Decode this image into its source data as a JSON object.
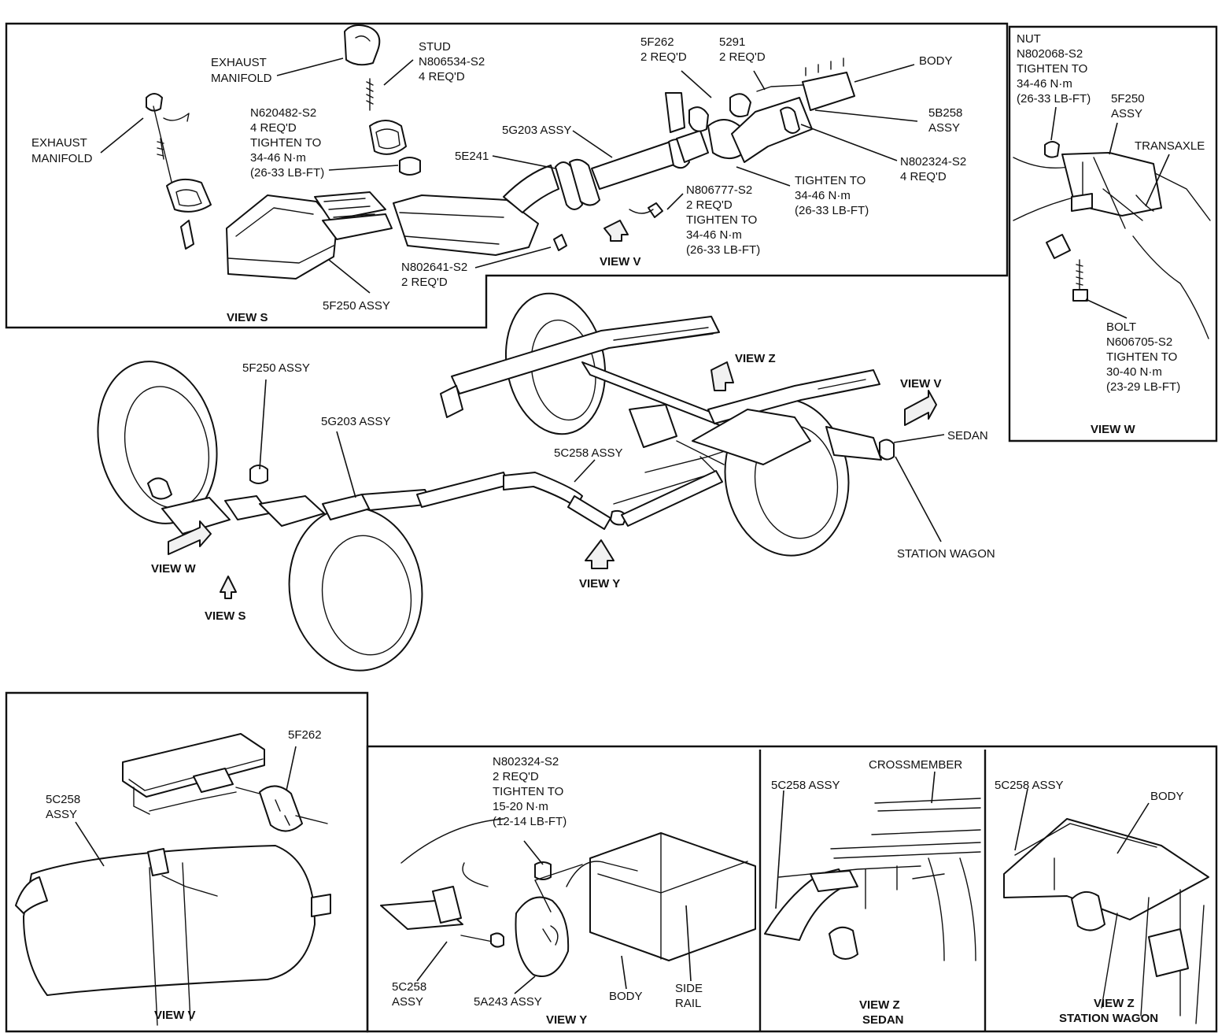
{
  "diagram": {
    "view_s": {
      "title": "VIEW S",
      "exhaust_manifold_top": [
        "EXHAUST",
        "MANIFOLD"
      ],
      "exhaust_manifold_left": [
        "EXHAUST",
        "MANIFOLD"
      ],
      "stud": [
        "STUD",
        "N806534-S2",
        "4 REQ'D"
      ],
      "nut": [
        "N620482-S2",
        "4 REQ'D",
        "TIGHTEN TO",
        "34-46 N·m",
        "(26-33 LB-FT)"
      ],
      "converter": "5F250 ASSY",
      "pipe_assy": "5G203 ASSY",
      "gasket": "5E241",
      "bolt_lower": [
        "N802641-S2",
        "2 REQ'D"
      ],
      "view_v_arrow": "VIEW V"
    },
    "view_s_right": {
      "insulator_a": [
        "5F262",
        "2 REQ'D"
      ],
      "insulator_b": [
        "5291",
        "2 REQ'D"
      ],
      "body": "BODY",
      "muffler": [
        "5B258",
        "ASSY"
      ],
      "bolt_right": [
        "N802324-S2",
        "4 REQ'D"
      ],
      "torque": [
        "TIGHTEN TO",
        "34-46 N·m",
        "(26-33 LB-FT)"
      ],
      "bolt_mid": [
        "N806777-S2",
        "2 REQ'D",
        "TIGHTEN TO",
        "34-46 N·m",
        "(26-33 LB-FT)"
      ]
    },
    "view_w": {
      "title": "VIEW W",
      "nut": [
        "NUT",
        "N802068-S2",
        "TIGHTEN TO",
        "34-46 N·m",
        "(26-33 LB-FT)"
      ],
      "converter": [
        "5F250",
        "ASSY"
      ],
      "transaxle": "TRANSAXLE",
      "bolt": [
        "BOLT",
        "N606705-S2",
        "TIGHTEN TO",
        "30-40 N·m",
        "(23-29 LB-FT)"
      ]
    },
    "main": {
      "converter": "5F250 ASSY",
      "pipe": "5G203 ASSY",
      "muffler": "5C258 ASSY",
      "view_z": "VIEW Z",
      "view_v": "VIEW V",
      "sedan": "SEDAN",
      "wagon": "STATION WAGON",
      "view_w": "VIEW W",
      "view_s": "VIEW S",
      "view_y": "VIEW Y"
    },
    "view_v": {
      "title": "VIEW V",
      "insulator": "5F262",
      "muffler": [
        "5C258",
        "ASSY"
      ]
    },
    "view_y": {
      "title": "VIEW Y",
      "bolt": [
        "N802324-S2",
        "2 REQ'D",
        "TIGHTEN TO",
        "15-20 N·m",
        "(12-14 LB-FT)"
      ],
      "muffler": [
        "5C258",
        "ASSY"
      ],
      "insulator": "5A243 ASSY",
      "body": "BODY",
      "rail": [
        "SIDE",
        "RAIL"
      ]
    },
    "view_z_sedan": {
      "title": [
        "VIEW Z",
        "SEDAN"
      ],
      "muffler": "5C258 ASSY",
      "crossmember": "CROSSMEMBER"
    },
    "view_z_wagon": {
      "title": [
        "VIEW Z",
        "STATION WAGON"
      ],
      "muffler": "5C258 ASSY",
      "body": "BODY"
    }
  }
}
